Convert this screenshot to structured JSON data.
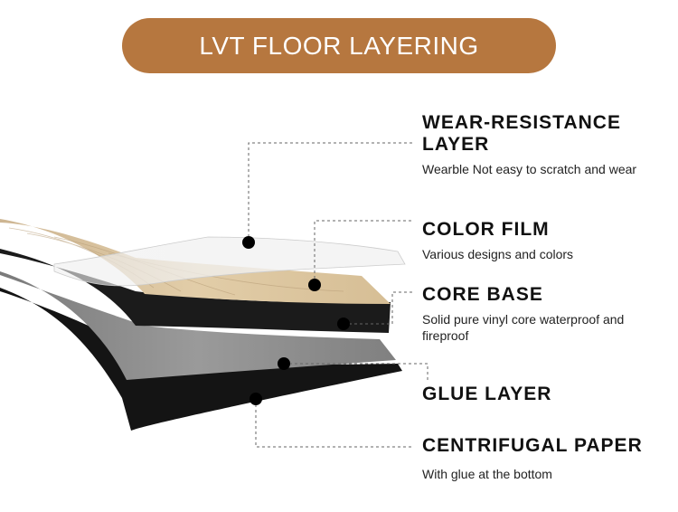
{
  "title": "LVT FLOOR LAYERING",
  "colors": {
    "accent": "#B6773F",
    "wear_layer": "#E6E6E6",
    "color_film": "#D9C29B",
    "core_base": "#1B1B1B",
    "glue_layer": "#8C8C8C",
    "centrifugal_paper": "#141414"
  },
  "layers": [
    {
      "name": "WEAR-RESISTANCE\nLAYER",
      "description": "Wearble Not easy to scratch and wear"
    },
    {
      "name": "COLOR FILM",
      "description": "Various designs and colors"
    },
    {
      "name": "CORE BASE",
      "description": "Solid pure vinyl core waterproof and fireproof"
    },
    {
      "name": "GLUE LAYER",
      "description": ""
    },
    {
      "name": "CENTRIFUGAL PAPER",
      "description": "With glue at the bottom"
    }
  ]
}
